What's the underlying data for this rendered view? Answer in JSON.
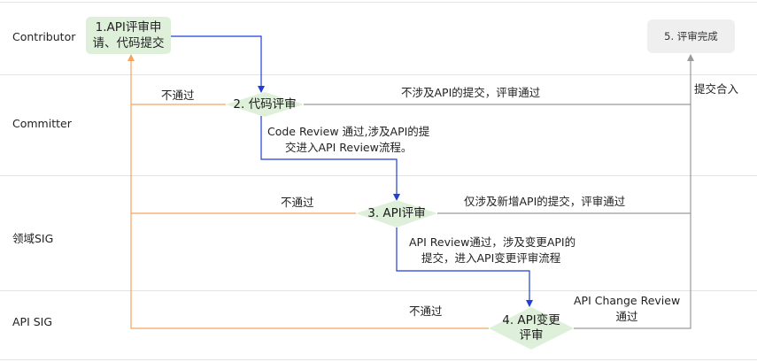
{
  "lanes": {
    "contributor": "Contributor",
    "committer": "Committer",
    "domain_sig": "领域SIG",
    "api_sig": "API SIG"
  },
  "nodes": {
    "step1_line1": "1.API评审申",
    "step1_line2": "请、代码提交",
    "step2": "2. 代码评审",
    "step3": "3. API评审",
    "step4_line1": "4. API变更",
    "step4_line2": "评审",
    "step5": "5. 评审完成"
  },
  "edge_labels": {
    "reject_committer": "不通过",
    "reject_domain": "不通过",
    "reject_api": "不通过",
    "committer_pass": "不涉及API的提交，评审通过",
    "domain_pass": "仅涉及新增API的提交，评审通过",
    "merge": "提交合入",
    "to_api_review_line1": "Code Review 通过,涉及API的提",
    "to_api_review_line2": "交进入API Review流程。",
    "to_change_review_line1": "API  Review通过，涉及变更API的",
    "to_change_review_line2": "提交，进入API变更评审流程",
    "api_change_pass_line1": "API Change Review",
    "api_change_pass_line2": "通过"
  },
  "colors": {
    "lane_divider": "#e3e3e3",
    "node_green": "#dff0da",
    "node_gray": "#efefef",
    "reject_arrow": "#f4a460",
    "pass_arrow": "#1f3fd6",
    "merge_arrow": "#9a9a9a"
  }
}
